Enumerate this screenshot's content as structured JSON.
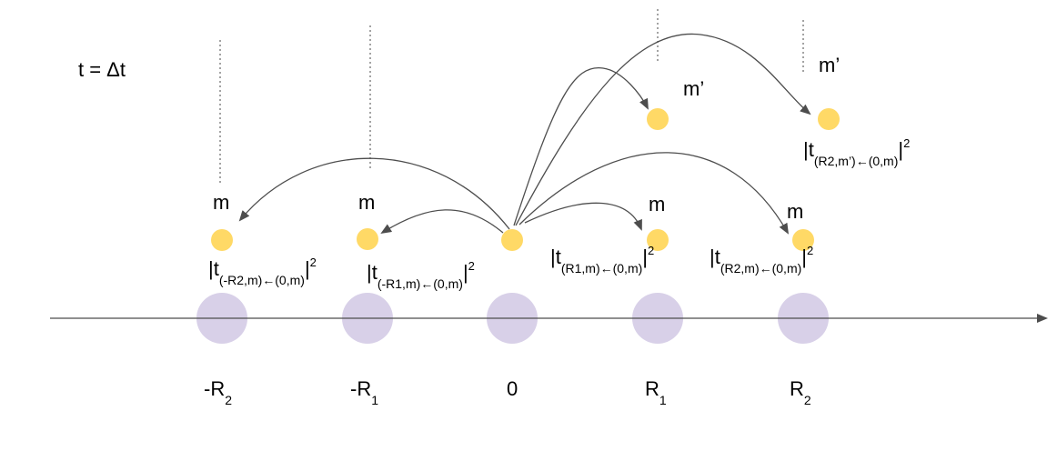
{
  "time_label": "t = Δt",
  "sites": [
    {
      "id": "neg-r2",
      "main": "-R",
      "sub": "2"
    },
    {
      "id": "neg-r1",
      "main": "-R",
      "sub": "1"
    },
    {
      "id": "origin",
      "main": "0",
      "sub": ""
    },
    {
      "id": "r1",
      "main": "R",
      "sub": "1"
    },
    {
      "id": "r2",
      "main": "R",
      "sub": "2"
    }
  ],
  "orbital_labels": {
    "m": "m",
    "m_prime": "m’"
  },
  "probabilities": [
    {
      "id": "neg-r2",
      "bar_t": "|t",
      "sub": "(-R2,m)←(0,m)",
      "bar2": "|",
      "exp": "2"
    },
    {
      "id": "neg-r1",
      "bar_t": "|t",
      "sub": "(-R1,m)←(0,m)",
      "bar2": "|",
      "exp": "2"
    },
    {
      "id": "r1",
      "bar_t": "|t",
      "sub": "(R1,m)←(0,m)",
      "bar2": "|",
      "exp": "2"
    },
    {
      "id": "r2",
      "bar_t": "|t",
      "sub": "(R2,m)←(0,m)",
      "bar2": "|",
      "exp": "2"
    },
    {
      "id": "r2-mprime",
      "bar_t": "|t",
      "sub": "(R2,m’)←(0,m)",
      "bar2": "|",
      "exp": "2"
    }
  ],
  "colors": {
    "site_circle": "#d8d0e8",
    "orbital_dot": "#ffd966",
    "arrow": "#4d4d4d",
    "axis": "#4d4d4d",
    "dotted": "#666666"
  }
}
